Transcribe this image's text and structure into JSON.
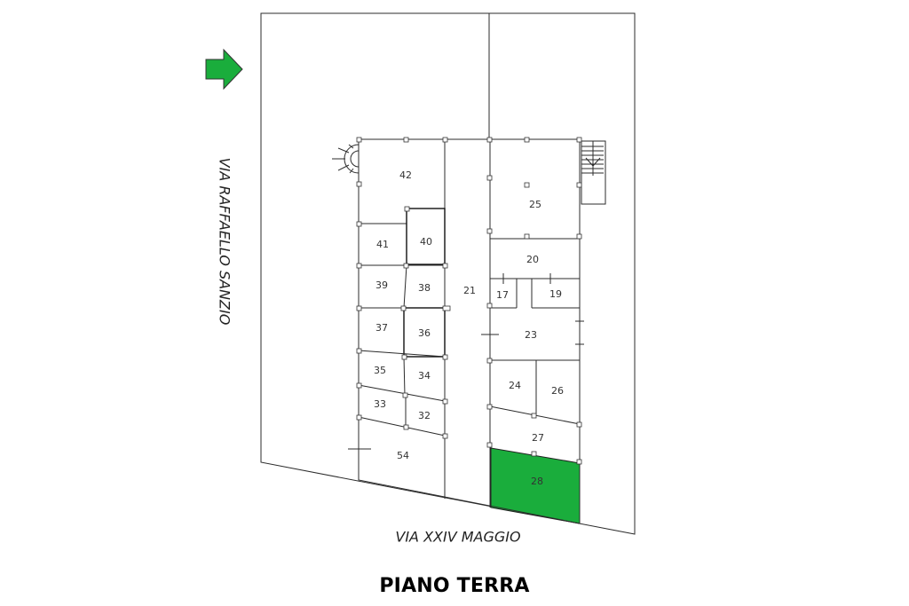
{
  "colors": {
    "highlight": "#1aad3c",
    "arrow": "#1aad3c",
    "line": "#2b2b2b"
  },
  "streets": {
    "west": "VIA RAFFAELLO SANZIO",
    "south": "VIA XXIV MAGGIO"
  },
  "floor_title": "PIANO TERRA",
  "units": {
    "u42": "42",
    "u41": "41",
    "u40": "40",
    "u39": "39",
    "u38": "38",
    "u37": "37",
    "u36": "36",
    "u35": "35",
    "u34": "34",
    "u33": "33",
    "u32": "32",
    "u54": "54",
    "u21": "21",
    "u25": "25",
    "u20": "20",
    "u17": "17",
    "u19": "19",
    "u23": "23",
    "u24": "24",
    "u26": "26",
    "u27": "27",
    "u28": "28"
  },
  "highlighted_unit": "28",
  "icons": {
    "entrance": "entrance-arrow-icon",
    "spiral_stair": "spiral-staircase-icon",
    "stair": "staircase-icon"
  }
}
